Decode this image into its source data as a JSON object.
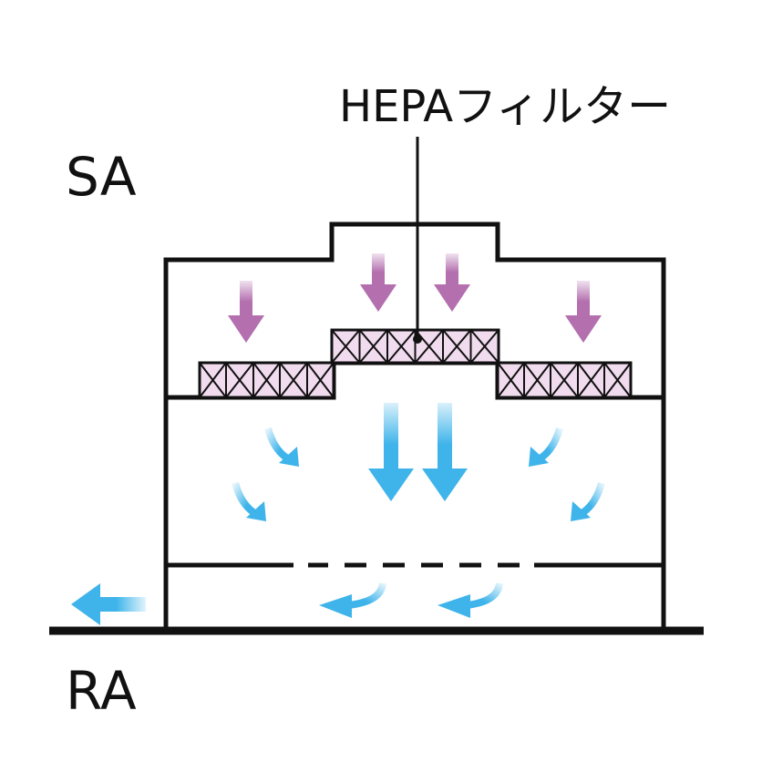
{
  "labels": {
    "supply_air": "SA",
    "return_air": "RA",
    "filter": "HEPAフィルター"
  },
  "colors": {
    "outline": "#111111",
    "supply_arrow": "#b36fae",
    "clean_arrow": "#3fb4ea",
    "filter_fill": "#f1dcef",
    "background": "#ffffff"
  }
}
